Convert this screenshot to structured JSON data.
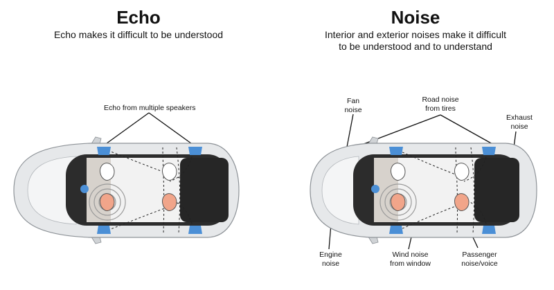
{
  "echo": {
    "title": "Echo",
    "subtitle": "Echo makes it difficult to be understood",
    "callout": "Echo from multiple speakers"
  },
  "noise": {
    "title": "Noise",
    "subtitle_line1": "Interior and exterior noises make it difficult",
    "subtitle_line2": "to be understood and to understand",
    "labels": {
      "fan": [
        "Fan",
        "noise"
      ],
      "road": [
        "Road noise",
        "from tires"
      ],
      "exhaust": [
        "Exhaust",
        "noise"
      ],
      "engine": [
        "Engine",
        "noise"
      ],
      "wind": [
        "Wind noise",
        "from window"
      ],
      "passenger": [
        "Passenger",
        "noise/voice"
      ]
    }
  },
  "colors": {
    "speaker": "#4b8fd6",
    "driver_head": "#f1a58a",
    "passenger_head": "#f1a58a",
    "rear_head": "#ffffff",
    "car_body": "#e6e8ea",
    "cabin": "#2c2c2c"
  }
}
